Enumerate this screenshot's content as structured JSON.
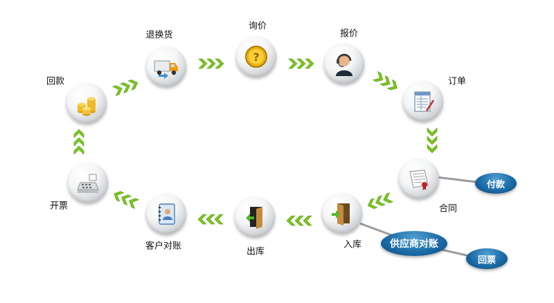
{
  "nodes": [
    {
      "id": "inquiry",
      "label": "询价",
      "icon": "gold-coin-question-icon"
    },
    {
      "id": "quote",
      "label": "报价",
      "icon": "headset-agent-icon"
    },
    {
      "id": "order",
      "label": "订单",
      "icon": "order-form-icon"
    },
    {
      "id": "contract",
      "label": "合同",
      "icon": "contract-scroll-icon"
    },
    {
      "id": "inbound",
      "label": "入库",
      "icon": "door-enter-icon"
    },
    {
      "id": "outbound",
      "label": "出库",
      "icon": "door-exit-icon"
    },
    {
      "id": "customer-reconcile",
      "label": "客户对账",
      "icon": "address-book-icon"
    },
    {
      "id": "invoice",
      "label": "开票",
      "icon": "cash-register-icon"
    },
    {
      "id": "collection",
      "label": "回款",
      "icon": "coin-stacks-icon"
    },
    {
      "id": "return-exchange",
      "label": "退换货",
      "icon": "delivery-truck-icon"
    }
  ],
  "side_nodes": {
    "payment": "付款",
    "supplier_reconcile": "供应商对账",
    "return_invoice": "回票"
  },
  "colors": {
    "arrow": "#7ec51e",
    "arrow_dark": "#4f9a12",
    "pill": "#1c6ca7",
    "link": "#9a9a9a"
  }
}
